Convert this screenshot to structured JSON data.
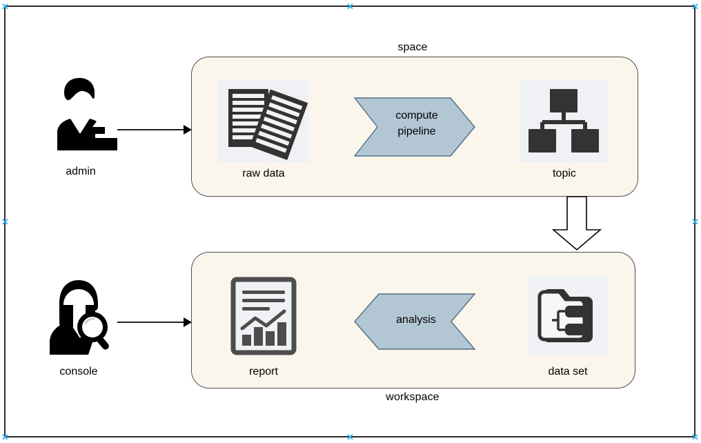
{
  "diagram": {
    "title": "space / workspace data flow diagram",
    "colors": {
      "group_fill": "#faf6ec",
      "group_border": "#4d4d4d",
      "tile_fill": "#eff1f4",
      "chevron_fill": "#b3c6d4",
      "chevron_border": "#4f6d82",
      "icon_dark": "#333333",
      "icon_black": "#000000",
      "frame_border": "#2b2b2b",
      "handle": "#29b6f6",
      "canvas_bg": "#ffffff"
    },
    "groups": [
      {
        "id": "space",
        "label": "space",
        "label_position": "top"
      },
      {
        "id": "workspace",
        "label": "workspace",
        "label_position": "bottom"
      }
    ],
    "actors": [
      {
        "id": "admin",
        "label": "admin",
        "icon": "business-person-icon"
      },
      {
        "id": "console",
        "label": "console",
        "icon": "person-with-magnifier-icon"
      }
    ],
    "nodes": [
      {
        "id": "raw-data",
        "label": "raw data",
        "icon": "stacked-documents-icon",
        "group": "space"
      },
      {
        "id": "topic",
        "label": "topic",
        "icon": "hierarchy-sitemap-icon",
        "group": "space"
      },
      {
        "id": "report",
        "label": "report",
        "icon": "report-document-chart-icon",
        "group": "workspace"
      },
      {
        "id": "data-set",
        "label": "data set",
        "icon": "folder-tree-icon",
        "group": "workspace"
      }
    ],
    "processes": [
      {
        "id": "compute-pipeline",
        "label_line1": "compute",
        "label_line2": "pipeline",
        "direction": "right",
        "group": "space"
      },
      {
        "id": "analysis",
        "label_line1": "analysis",
        "label_line2": "",
        "direction": "left",
        "group": "workspace"
      }
    ],
    "connectors": [
      {
        "id": "admin-to-space",
        "from": "admin",
        "to": "space",
        "style": "thin-arrow",
        "direction": "right"
      },
      {
        "id": "console-to-workspace",
        "from": "console",
        "to": "workspace",
        "style": "thin-arrow",
        "direction": "right"
      },
      {
        "id": "space-to-workspace",
        "from": "space",
        "to": "workspace",
        "style": "block-arrow",
        "direction": "down"
      }
    ],
    "selection_handles": [
      {
        "position": "top-left"
      },
      {
        "position": "top-center"
      },
      {
        "position": "top-right"
      },
      {
        "position": "middle-left"
      },
      {
        "position": "middle-right"
      },
      {
        "position": "bottom-left"
      },
      {
        "position": "bottom-center"
      },
      {
        "position": "bottom-right"
      }
    ]
  }
}
